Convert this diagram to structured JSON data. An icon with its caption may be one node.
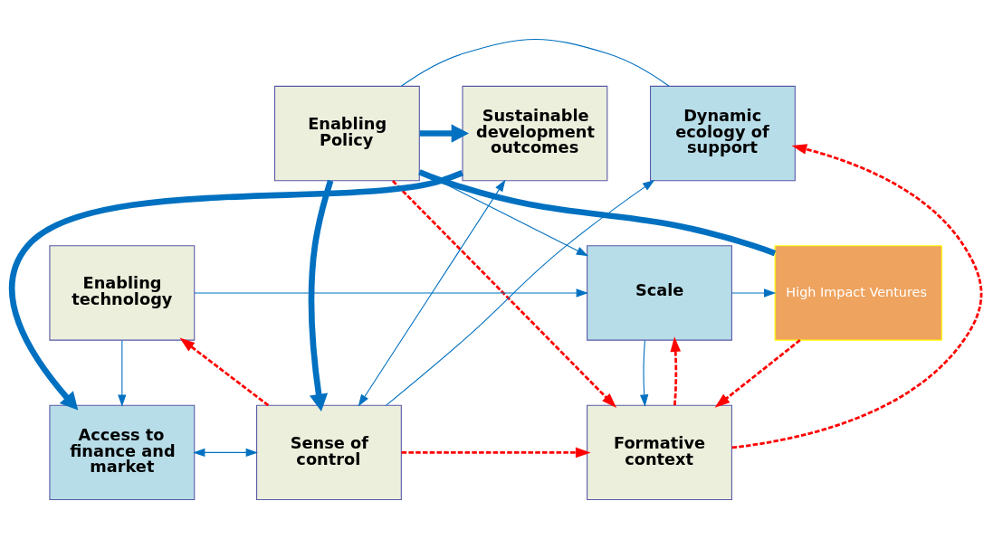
{
  "diagram": {
    "nodes": [
      {
        "text": [
          "Enabling Policy"
        ]
      },
      {
        "text": [
          "Sustainable development outcomes"
        ]
      },
      {
        "text": [
          "Dynamic ecology of support"
        ]
      },
      {
        "text": [
          "Enabling technology"
        ]
      },
      {
        "text": [
          "Scale"
        ]
      },
      {
        "text": [
          "High Impact Ventures"
        ]
      },
      {
        "text": [
          "Access to finance and market"
        ]
      },
      {
        "text": [
          "Sense of control"
        ]
      },
      {
        "text": [
          "Formative context"
        ]
      }
    ],
    "edges": [
      {
        "from": 0,
        "to": 1,
        "arrow": "to",
        "style": "thick"
      },
      {
        "from": 0,
        "to": 7,
        "arrow": "to",
        "style": "thick"
      },
      {
        "from": 0,
        "to": 4,
        "arrow": "to"
      },
      {
        "from": 0,
        "to": 5,
        "arrow": "none",
        "style": "thick"
      },
      {
        "from": 0,
        "to": 8,
        "arrow": "to",
        "style": "dashed",
        "color": "#ff0000"
      },
      {
        "from": 0,
        "to": 2,
        "arrow": "none"
      },
      {
        "from": 1,
        "to": 7,
        "arrow": "both"
      },
      {
        "from": 1,
        "to": 6,
        "arrow": "to",
        "style": "thick"
      },
      {
        "from": 3,
        "to": 4,
        "arrow": "to"
      },
      {
        "from": 4,
        "to": 5,
        "arrow": "to"
      },
      {
        "from": 4,
        "to": 8,
        "arrow": "to"
      },
      {
        "from": 8,
        "to": 4,
        "arrow": "to",
        "style": "dashed",
        "color": "#ff0000"
      },
      {
        "from": 5,
        "to": 8,
        "arrow": "to",
        "style": "dashed",
        "color": "#ff0000"
      },
      {
        "from": 3,
        "to": 6,
        "arrow": "to"
      },
      {
        "from": 7,
        "to": 3,
        "arrow": "to",
        "style": "dashed",
        "color": "#ff0000"
      },
      {
        "from": 6,
        "to": 7,
        "arrow": "both"
      },
      {
        "from": 7,
        "to": 8,
        "arrow": "to",
        "style": "dashed",
        "color": "#ff0000"
      },
      {
        "from": 8,
        "to": 2,
        "arrow": "to",
        "style": "dashed",
        "color": "#ff0000"
      },
      {
        "from": 7,
        "to": 2,
        "arrow": "to"
      }
    ]
  }
}
